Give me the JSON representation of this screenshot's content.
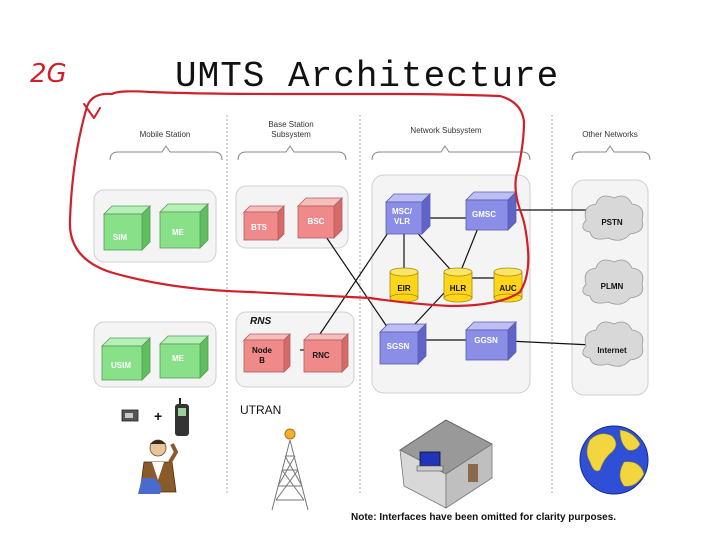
{
  "title": "UMTS Architecture",
  "handwritten_label": "2G",
  "colors": {
    "green": "#88e088",
    "red_box": "#f08a8a",
    "blue_box": "#8a8ee6",
    "yellow": "#ffd51a",
    "annotation_red": "#d0202a"
  },
  "columns": {
    "mobile": "Mobile Station",
    "bss_line1": "Base Station",
    "bss_line2": "Subsystem",
    "network": "Network Subsystem",
    "other": "Other Networks"
  },
  "gsm_row": {
    "sim": "SIM",
    "me": "ME",
    "bts": "BTS",
    "bsc": "BSC",
    "msc_line1": "MSC/",
    "msc_line2": "VLR",
    "gmsc": "GMSC",
    "eir": "EIR",
    "hlr": "HLR",
    "auc": "AUC"
  },
  "umts_row": {
    "rns": "RNS",
    "usim": "USIM",
    "me": "ME",
    "nodeb_line1": "Node",
    "nodeb_line2": "B",
    "rnc": "RNC",
    "sgsn": "SGSN",
    "ggsn": "GGSN"
  },
  "networks": {
    "pstn": "PSTN",
    "plmn": "PLMN",
    "internet": "Internet"
  },
  "utran": "UTRAN",
  "plus": "+",
  "note": "Note: Interfaces have been omitted for clarity purposes."
}
